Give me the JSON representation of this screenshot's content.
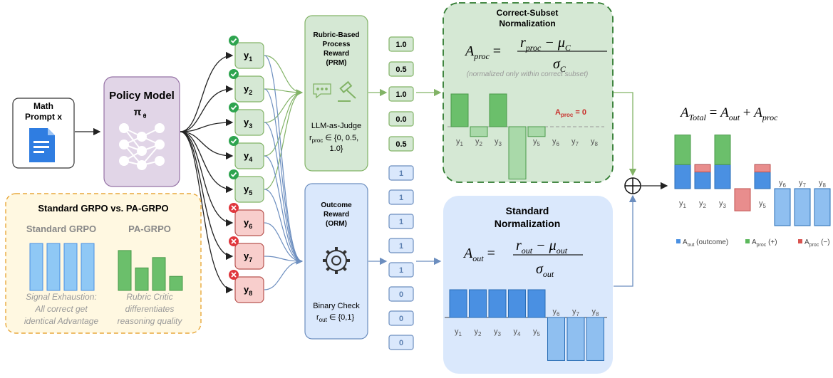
{
  "prompt": {
    "line1": "Math",
    "line2": "Prompt x"
  },
  "policy": {
    "title": "Policy Model",
    "symbol": "π",
    "sub": "θ"
  },
  "comparison": {
    "title": "Standard GRPO vs. PA-GRPO",
    "left_title": "Standard GRPO",
    "right_title": "PA-GRPO",
    "left_caption": [
      "Signal Exhaustion:",
      "All correct get",
      "identical Advantage"
    ],
    "right_caption": [
      "Rubric Critic",
      "differentiates",
      "reasoning quality"
    ],
    "left_bars": [
      1,
      1,
      1,
      1
    ],
    "right_bars": [
      0.85,
      0.48,
      0.7,
      0.3
    ]
  },
  "responses": [
    {
      "label": "y",
      "sub": "1",
      "correct": true
    },
    {
      "label": "y",
      "sub": "2",
      "correct": true
    },
    {
      "label": "y",
      "sub": "3",
      "correct": true
    },
    {
      "label": "y",
      "sub": "4",
      "correct": true
    },
    {
      "label": "y",
      "sub": "5",
      "correct": true
    },
    {
      "label": "y",
      "sub": "6",
      "correct": false
    },
    {
      "label": "y",
      "sub": "7",
      "correct": false
    },
    {
      "label": "y",
      "sub": "8",
      "correct": false
    }
  ],
  "prm": {
    "title": [
      "Rubric-Based",
      "Process",
      "Reward",
      "(PRM)"
    ],
    "judge": "LLM-as-Judge",
    "formula_r": "r",
    "formula_sub": "proc",
    "formula_rest": " ∈ {0, 0.5,",
    "formula_rest2": "1.0}",
    "scores": [
      "1.0",
      "0.5",
      "1.0",
      "0.0",
      "0.5"
    ]
  },
  "orm": {
    "title": [
      "Outcome",
      "Reward",
      "(ORM)"
    ],
    "check": "Binary Check",
    "formula_r": "r",
    "formula_sub": "out",
    "formula_rest": " ∈ {0,1}",
    "scores": [
      "1",
      "1",
      "1",
      "1",
      "1",
      "0",
      "0",
      "0"
    ]
  },
  "correct_subset": {
    "title": [
      "Correct-Subset",
      "Normalization"
    ],
    "lhs": "A",
    "lhs_sub": "proc",
    "num": "r",
    "num_sub": "proc",
    "num_minus": " − μ",
    "num_mu_sub": "C",
    "den": "σ",
    "den_sub": "C",
    "note": "(normalized only within correct subset)",
    "zero_label": "A",
    "zero_sub": "proc",
    "zero_rest": " = 0",
    "values": [
      1.0,
      -0.3,
      1.0,
      -1.6,
      -0.3,
      0,
      0,
      0
    ],
    "labels": [
      "y1",
      "y2",
      "y3",
      "y4",
      "y5",
      "y6",
      "y7",
      "y8"
    ]
  },
  "standard_norm": {
    "title": [
      "Standard",
      "Normalization"
    ],
    "lhs": "A",
    "lhs_sub": "out",
    "num": "r",
    "num_sub": "out",
    "num_minus": " − μ",
    "num_mu_sub": "out",
    "den": "σ",
    "den_sub": "out",
    "values": [
      1,
      1,
      1,
      1,
      1,
      -1.55,
      -1.55,
      -1.55
    ],
    "labels": [
      "y1",
      "y2",
      "y3",
      "y4",
      "y5",
      "y6",
      "y7",
      "y8"
    ]
  },
  "total": {
    "lhs": "A",
    "lhs_sub": "Total",
    "rhs1": "A",
    "rhs1_sub": "out",
    "rhs2": "A",
    "rhs2_sub": "proc",
    "out_values": [
      0.65,
      0.65,
      0.65,
      0,
      0.65,
      -1.0,
      -1.0,
      -1.0
    ],
    "proc_values": [
      0.8,
      -0.2,
      0.8,
      -0.6,
      -0.2,
      0,
      0,
      0
    ],
    "labels": [
      "y1",
      "y2",
      "y3",
      "y4",
      "y5",
      "y6",
      "y7",
      "y8"
    ],
    "legend": [
      {
        "name": "A",
        "sub": "out",
        "rest": " (outcome)",
        "color": "#4a90e2"
      },
      {
        "name": "A",
        "sub": "proc",
        "rest": " (+)",
        "color": "#5cb85c"
      },
      {
        "name": "A",
        "sub": "proc",
        "rest": " (−)",
        "color": "#d9534f"
      }
    ]
  },
  "colors": {
    "green": "#82b366",
    "green_fill": "#d5e8d4",
    "green_bar": "#6bbf6b",
    "blue": "#6c8ebf",
    "blue_fill": "#dae8fc",
    "blue_bar": "#4a90e2",
    "blue_bar_light": "#8fbff0",
    "red": "#b85450",
    "red_fill": "#f8cecc",
    "red_bar": "#e88d8d",
    "purple_fill": "#e1d5e7",
    "purple": "#9673a6",
    "orange": "#e8a83c",
    "orange_fill": "#fff8e1"
  }
}
